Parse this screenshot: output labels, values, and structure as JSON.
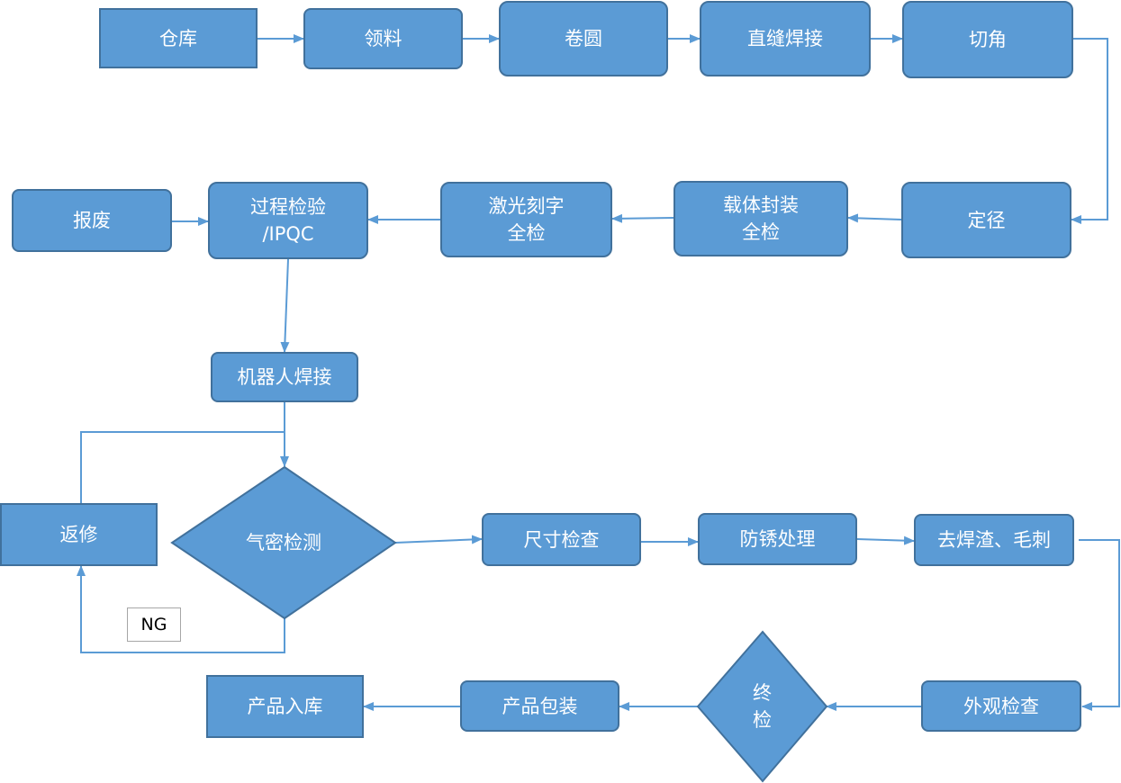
{
  "nodes": {
    "warehouse": "仓库",
    "material_pick": "领料",
    "rolling": "卷圆",
    "seam_weld": "直缝焊接",
    "chamfer": "切角",
    "sizing": "定径",
    "carrier_seal_1": "载体封装",
    "carrier_seal_2": "全检",
    "laser_mark_1": "激光刻字",
    "laser_mark_2": "全检",
    "process_insp_1": "过程检验",
    "process_insp_2": "/IPQC",
    "scrap": "报废",
    "robot_weld": "机器人焊接",
    "airtight_test": "气密检测",
    "rework": "返修",
    "ng_label": "NG",
    "dimension_check": "尺寸检查",
    "rust_proof": "防锈处理",
    "deburr": "去焊渣、毛刺",
    "appearance_check": "外观检查",
    "final_insp_1": "终",
    "final_insp_2": "检",
    "packaging": "产品包装",
    "stock_in": "产品入库"
  },
  "colors": {
    "node_fill": "#5B9BD5",
    "node_border": "#41719C",
    "connector": "#5B9BD5",
    "text": "#FFFFFF"
  }
}
